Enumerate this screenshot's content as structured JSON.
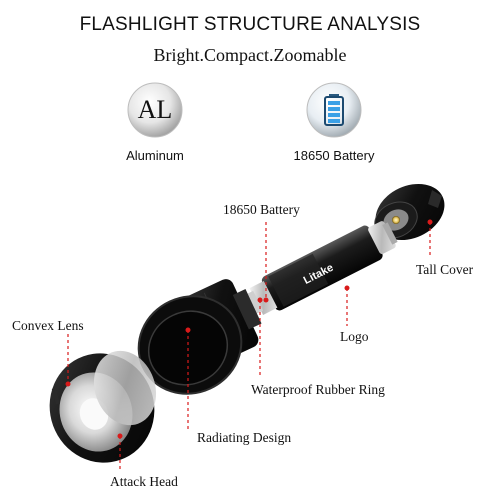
{
  "header": {
    "title": "FLASHLIGHT STRUCTURE ANALYSIS",
    "subtitle": "Bright.Compact.Zoomable"
  },
  "features": [
    {
      "label": "Aluminum",
      "badge_text": "AL",
      "icon": "aluminum-badge-icon"
    },
    {
      "label": "18650 Battery",
      "icon": "battery-icon"
    }
  ],
  "parts": {
    "battery": "18650 Battery",
    "tail_cover": "Tall Cover",
    "convex_lens": "Convex Lens",
    "logo": "Logo",
    "rubber_ring": "Waterproof Rubber Ring",
    "radiating": "Radiating Design",
    "attack_head": "Attack Head"
  },
  "brand": "Litake",
  "colors": {
    "leader": "#d91a1a",
    "body": "#141414",
    "battery_fill": "#3aa0e6"
  }
}
